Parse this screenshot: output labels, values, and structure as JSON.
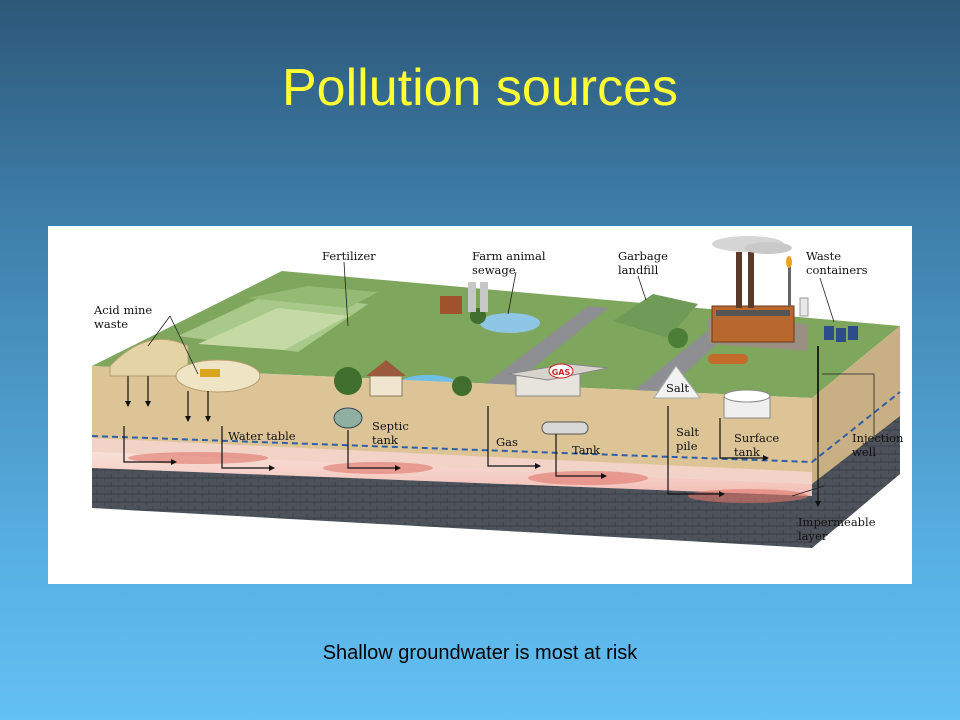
{
  "slide": {
    "title": "Pollution sources",
    "caption": "Shallow groundwater is most at risk"
  },
  "diagram": {
    "labels": {
      "fertilizer": "Fertilizer",
      "farm_animal_1": "Farm animal",
      "farm_animal_2": "sewage",
      "garbage_1": "Garbage",
      "garbage_2": "landfill",
      "waste_1": "Waste",
      "waste_2": "containers",
      "acid_1": "Acid mine",
      "acid_2": "waste",
      "water_table": "Water table",
      "septic_1": "Septic",
      "septic_2": "tank",
      "gas": "Gas",
      "tank": "Tank",
      "salt": "Salt",
      "salt_pile_1": "Salt",
      "salt_pile_2": "pile",
      "surface_1": "Surface",
      "surface_2": "tank",
      "injection_1": "Injection",
      "injection_2": "well",
      "impermeable_1": "Impermeable",
      "impermeable_2": "layer",
      "gas_sign": "GAS"
    },
    "colors": {
      "grass": "#7ea65c",
      "soil": "#d9c093",
      "bedrock": "#4c4f58",
      "plume": "#e98a7c",
      "water_table": "#2f5fa8"
    }
  }
}
